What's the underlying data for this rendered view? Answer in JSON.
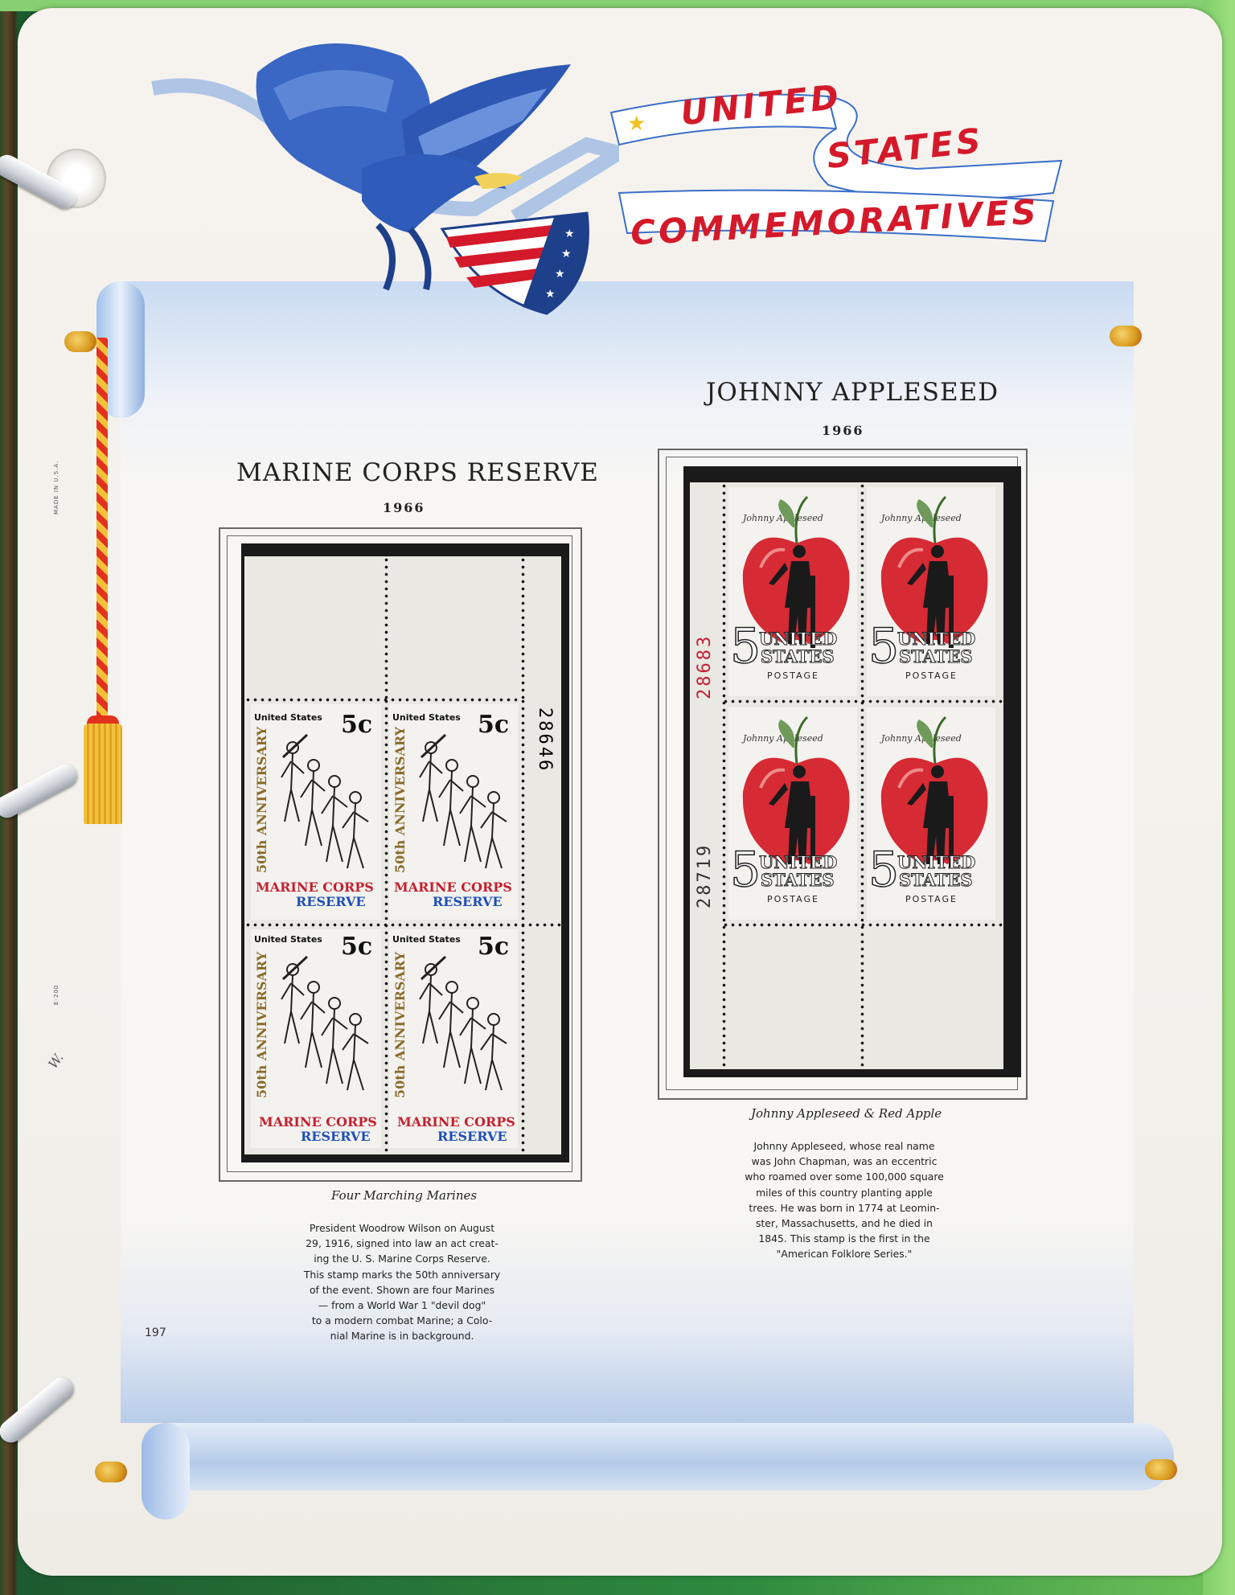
{
  "header": {
    "title_line1": "UNITED",
    "title_line2": "STATES",
    "title_line3": "COMMEMORATIVES"
  },
  "margin": {
    "made_in": "MADE IN U.S.A.",
    "form_code": "E-200",
    "page_number": "197"
  },
  "marine": {
    "title": "MARINE CORPS RESERVE",
    "year": "1966",
    "plate_number": "28646",
    "caption": "Four Marching Marines",
    "stamp_country": "United States",
    "stamp_value": "5c",
    "stamp_anniversary": "50th ANNIVERSARY",
    "stamp_line1": "MARINE CORPS",
    "stamp_line2": "RESERVE",
    "description_lines": [
      "President Woodrow Wilson on August",
      "29, 1916, signed into law an act creat-",
      "ing the U. S. Marine Corps Reserve.",
      "This stamp marks the 50th anniversary",
      "of the event. Shown are four Marines",
      "— from a World War 1 \"devil dog\"",
      "to a modern combat Marine; a Colo-",
      "nial Marine is in background."
    ]
  },
  "appleseed": {
    "title": "JOHNNY APPLESEED",
    "year": "1966",
    "plate_number_top": "28683",
    "plate_number_bottom": "28719",
    "caption": "Johnny Appleseed & Red Apple",
    "stamp_script": "Johnny Appleseed",
    "stamp_value": "5",
    "stamp_line1": "UNITED",
    "stamp_line2": "STATES",
    "stamp_line3": "POSTAGE",
    "description_lines": [
      "Johnny Appleseed, whose real name",
      "was John Chapman, was an eccentric",
      "who roamed over some 100,000 square",
      "miles of this country planting apple",
      "trees. He was born in 1774 at Leomin-",
      "ster, Massachusetts, and he died in",
      "1845. This stamp is the first in the",
      "\"American Folklore Series.\""
    ]
  },
  "colors": {
    "title_red": "#d41a2a",
    "banner_blue": "#3b6fc9",
    "scroll_blue": "#b4cbe9",
    "apple_red": "#d62a35",
    "marine_red": "#c4202f",
    "marine_blue": "#1d4fb8"
  },
  "icons": {
    "eagle": "eagle-with-flag-shield-illustration",
    "star": "star-icon"
  }
}
